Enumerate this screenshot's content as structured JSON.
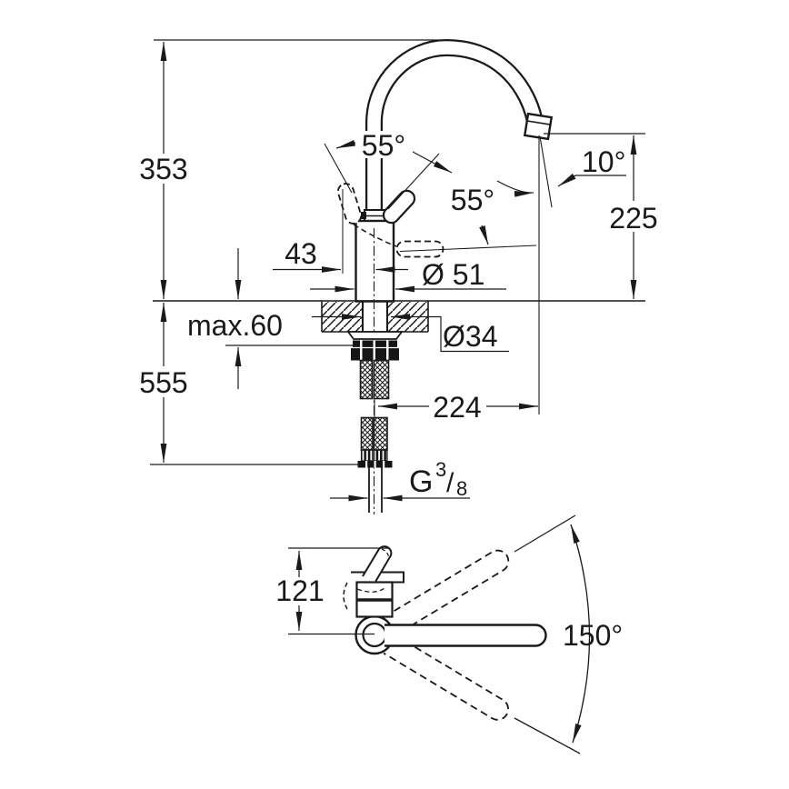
{
  "drawing": {
    "title": "faucet-dimension-drawing",
    "colors": {
      "line": "#1a1a1a",
      "background": "#ffffff"
    },
    "labels": {
      "height_total": "353",
      "depth_below": "555",
      "deck_max": "max.60",
      "handle_offset": "43",
      "body_diameter": "Ø 51",
      "hole_diameter": "Ø34",
      "spout_height": "225",
      "spout_reach": "224",
      "outlet_angle": "10°",
      "handle_angle_upper": "55°",
      "handle_angle_mid": "55°",
      "thread_letter": "G",
      "thread_numerator": "3",
      "thread_slash": "/",
      "thread_denominator": "8",
      "plan_height": "121",
      "swivel_angle": "150°"
    }
  }
}
